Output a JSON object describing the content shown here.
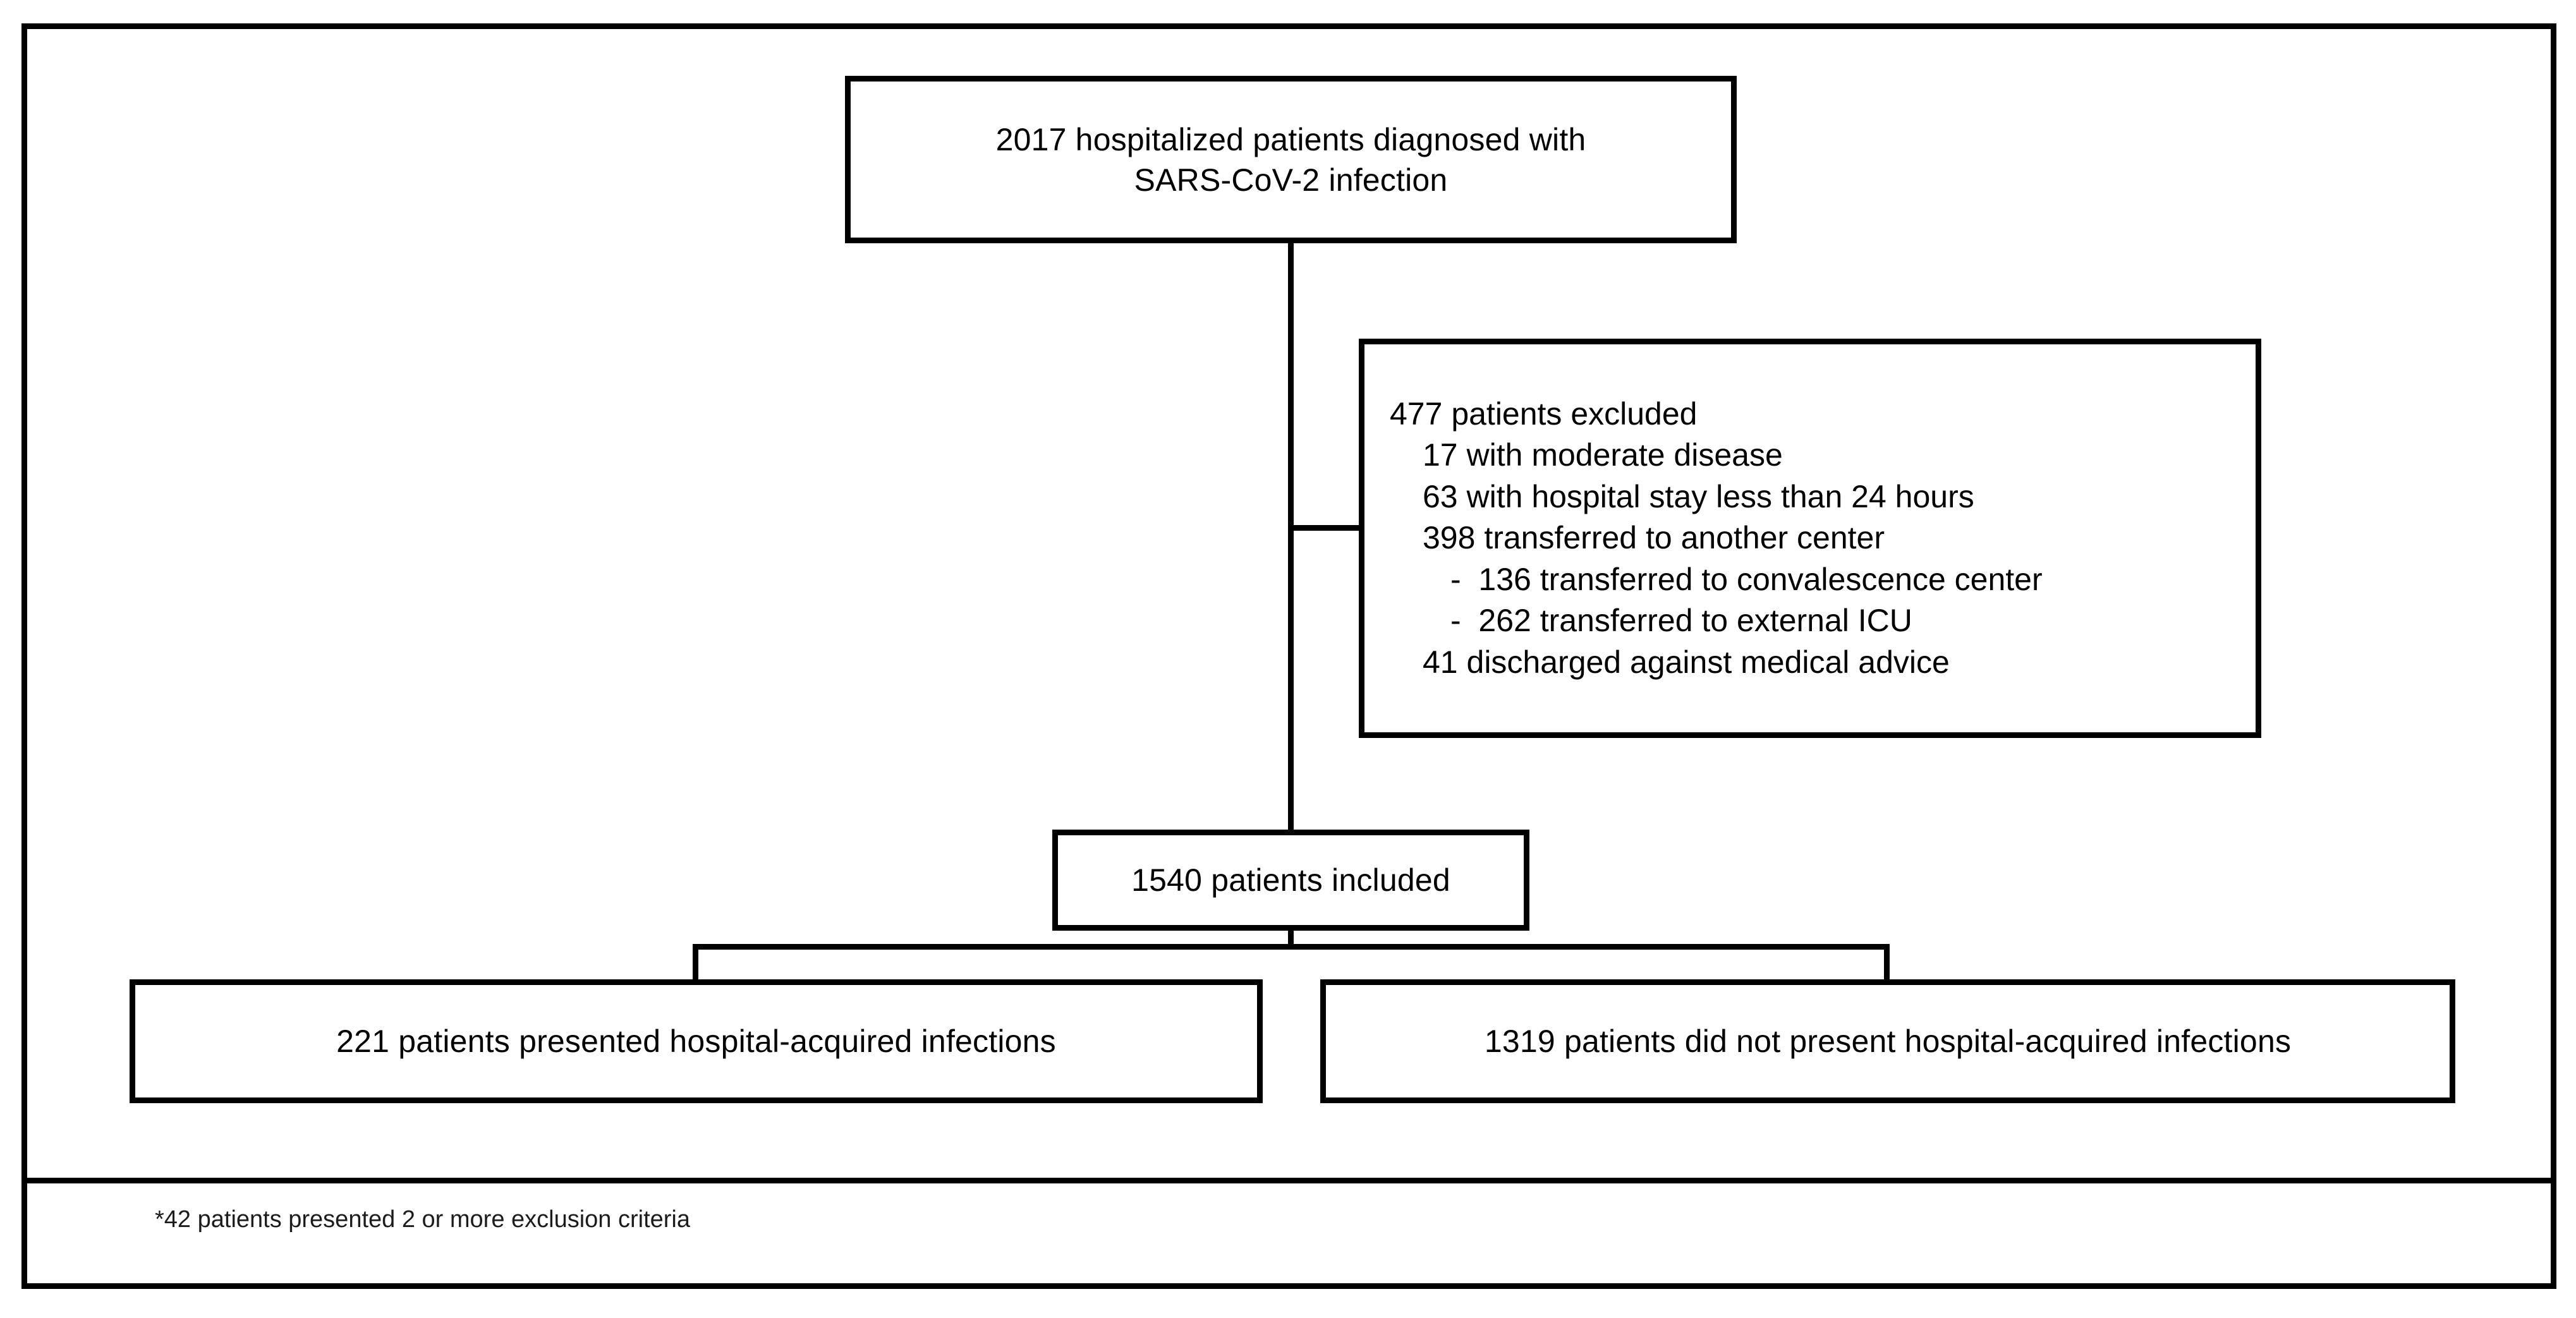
{
  "figure": {
    "type": "flowchart",
    "orientation": "top-down",
    "nodes": {
      "enrolled": {
        "label": "2017 hospitalized  patients diagnosed with\nSARS-CoV-2 infection",
        "count": 2017
      },
      "excluded": {
        "heading": "477 patients excluded",
        "count": 477,
        "items": [
          {
            "level": 1,
            "text": "17 with moderate disease",
            "count": 17
          },
          {
            "level": 1,
            "text": "63 with hospital stay less than 24 hours",
            "count": 63
          },
          {
            "level": 1,
            "text": "398 transferred to another center",
            "count": 398
          },
          {
            "level": 2,
            "text": "-  136 transferred to convalescence center",
            "count": 136
          },
          {
            "level": 2,
            "text": "-  262 transferred to external ICU",
            "count": 262
          },
          {
            "level": 1,
            "text": "41 discharged against medical advice",
            "count": 41
          }
        ]
      },
      "included": {
        "label": "1540 patients included",
        "count": 1540
      },
      "hai": {
        "label": "221 patients presented hospital-acquired infections",
        "count": 221
      },
      "no_hai": {
        "label": "1319 patients did not present hospital-acquired infections",
        "count": 1319
      }
    },
    "footnote": "*42 patients presented 2 or more exclusion criteria",
    "colors": {
      "stroke": "#000000",
      "background": "#ffffff",
      "text": "#000000"
    }
  }
}
